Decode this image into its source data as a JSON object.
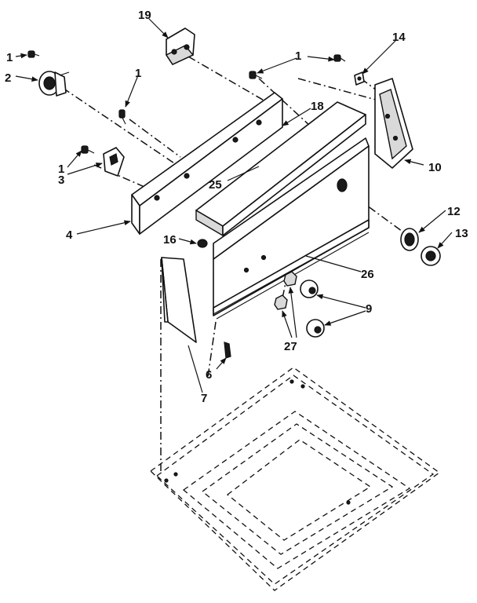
{
  "callouts": [
    {
      "id": "c1a",
      "text": "1"
    },
    {
      "id": "c2",
      "text": "2"
    },
    {
      "id": "c1b",
      "text": "1"
    },
    {
      "id": "c1c",
      "text": "1"
    },
    {
      "id": "c3",
      "text": "3"
    },
    {
      "id": "c4",
      "text": "4"
    },
    {
      "id": "c19",
      "text": "19"
    },
    {
      "id": "c1d",
      "text": "1"
    },
    {
      "id": "c14",
      "text": "14"
    },
    {
      "id": "c18",
      "text": "18"
    },
    {
      "id": "c10",
      "text": "10"
    },
    {
      "id": "c25",
      "text": "25"
    },
    {
      "id": "c12",
      "text": "12"
    },
    {
      "id": "c13",
      "text": "13"
    },
    {
      "id": "c16",
      "text": "16"
    },
    {
      "id": "c26",
      "text": "26"
    },
    {
      "id": "c9",
      "text": "9"
    },
    {
      "id": "c27",
      "text": "27"
    },
    {
      "id": "c6",
      "text": "6"
    },
    {
      "id": "c7",
      "text": "7"
    }
  ]
}
